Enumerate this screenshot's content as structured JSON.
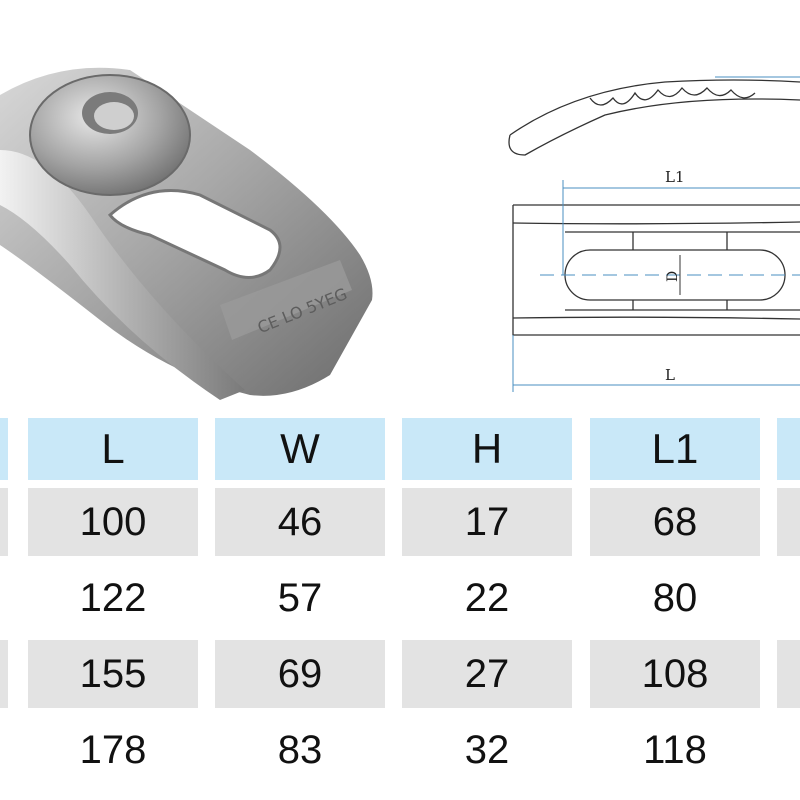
{
  "table": {
    "headers": [
      "L",
      "W",
      "H",
      "L1"
    ],
    "rows": [
      [
        "100",
        "46",
        "17",
        "68"
      ],
      [
        "122",
        "57",
        "22",
        "80"
      ],
      [
        "155",
        "69",
        "27",
        "108"
      ],
      [
        "178",
        "83",
        "32",
        "118"
      ]
    ]
  },
  "drawing": {
    "label_l1": "L1",
    "label_l": "L",
    "label_d": "D"
  },
  "photo": {
    "stamp_text": "CE LO 5YEG"
  },
  "colors": {
    "header_bg": "#c9e8f8",
    "shaded_row_bg": "#e3e3e3",
    "dimension_line": "#4a8fc2"
  }
}
